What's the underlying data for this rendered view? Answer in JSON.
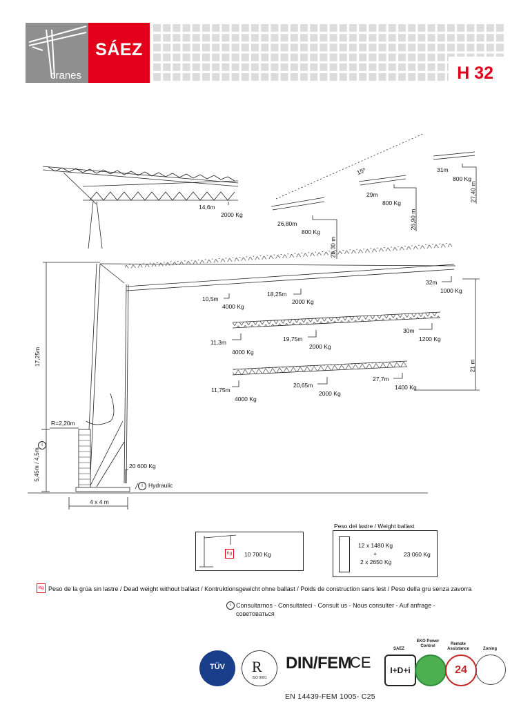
{
  "header": {
    "brand": "SÁEZ",
    "brand_sub": "cranes",
    "model": "H 32",
    "brand_color": "#e2001a",
    "grey_color": "#8f8f8f"
  },
  "top_left_jib": {
    "radius": "14,6m",
    "load": "2000 Kg"
  },
  "luffing": {
    "angle": "15º",
    "positions": [
      {
        "radius": "26,80m",
        "load": "800 Kg",
        "height": "26,30 m"
      },
      {
        "radius": "29m",
        "load": "800 Kg",
        "height": "26,90 m"
      },
      {
        "radius": "31m",
        "load": "800 Kg",
        "height": "27,40 m"
      }
    ]
  },
  "jib_32": {
    "r1": "10,5m",
    "l1": "4000 Kg",
    "r2": "18,25m",
    "l2": "2000 Kg",
    "r3": "32m",
    "l3": "1000 Kg"
  },
  "jib_30": {
    "r1": "11,3m",
    "l1": "4000 Kg",
    "r2": "19,75m",
    "l2": "2000 Kg",
    "r3": "30m",
    "l3": "1200 Kg"
  },
  "jib_27": {
    "r1": "11,75m",
    "l1": "4000 Kg",
    "r2": "20,65m",
    "l2": "2000 Kg",
    "r3": "27,7m",
    "l3": "1400 Kg"
  },
  "dims": {
    "tower_height": "17,25m",
    "hook_height": "21 m",
    "radius_ballast": "R=2,20m",
    "base_height": "5,45m / 4,5m",
    "base": "4 x 4 m",
    "base_weight": "20 600 Kg",
    "hydraulic": "Hydraulic"
  },
  "dead_weight_box": {
    "value": "10 700 Kg"
  },
  "ballast_box": {
    "title": "Peso del lastre / Weight ballast",
    "line1": "12 x 1480 Kg",
    "plus": "+",
    "line2": "2 x 2650 Kg",
    "total": "23 060 Kg"
  },
  "legend": {
    "dead_weight": "Peso de la grúa sin lastre / Dead weight without ballast / Kontruktionsgewicht ohne ballast / Poids de construction sans lest / Peso della gru senza zavorra",
    "kg": "Kg",
    "consult": "Consultarnos - Consultateci - Consult us - Nous consulter - Auf anfrage - советоваться",
    "info": "i"
  },
  "certs": {
    "tuv": "TÜV",
    "iso": "ISO 9001",
    "din": "DIN/FEM",
    "ce": "CE",
    "en": "EN 14439-FEM 1005- C25",
    "saez_lbl": "SAEZ",
    "idi": "I+D+i",
    "eko_lbl": "EKO Power Control",
    "remote_lbl": "Remote Assistance",
    "remote_num": "24",
    "zoning_lbl": "Zoning"
  }
}
